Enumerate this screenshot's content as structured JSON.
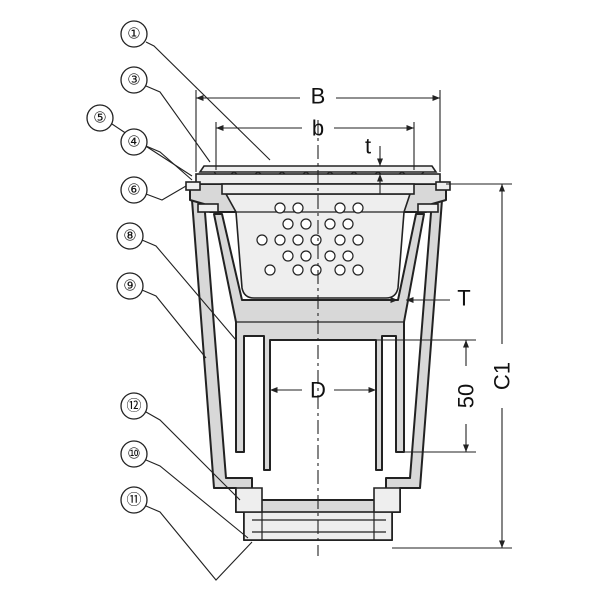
{
  "parts": [
    {
      "id": "1",
      "label": "①"
    },
    {
      "id": "3",
      "label": "③"
    },
    {
      "id": "5",
      "label": "⑤"
    },
    {
      "id": "4",
      "label": "④"
    },
    {
      "id": "6",
      "label": "⑥"
    },
    {
      "id": "8",
      "label": "⑧"
    },
    {
      "id": "9",
      "label": "⑨"
    },
    {
      "id": "12",
      "label": "⑫"
    },
    {
      "id": "10",
      "label": "⑩"
    },
    {
      "id": "11",
      "label": "⑪"
    }
  ],
  "dimensions": {
    "B": "B",
    "b": "b",
    "t": "t",
    "T": "T",
    "D": "D",
    "fifty": "50",
    "C1": "C1"
  }
}
